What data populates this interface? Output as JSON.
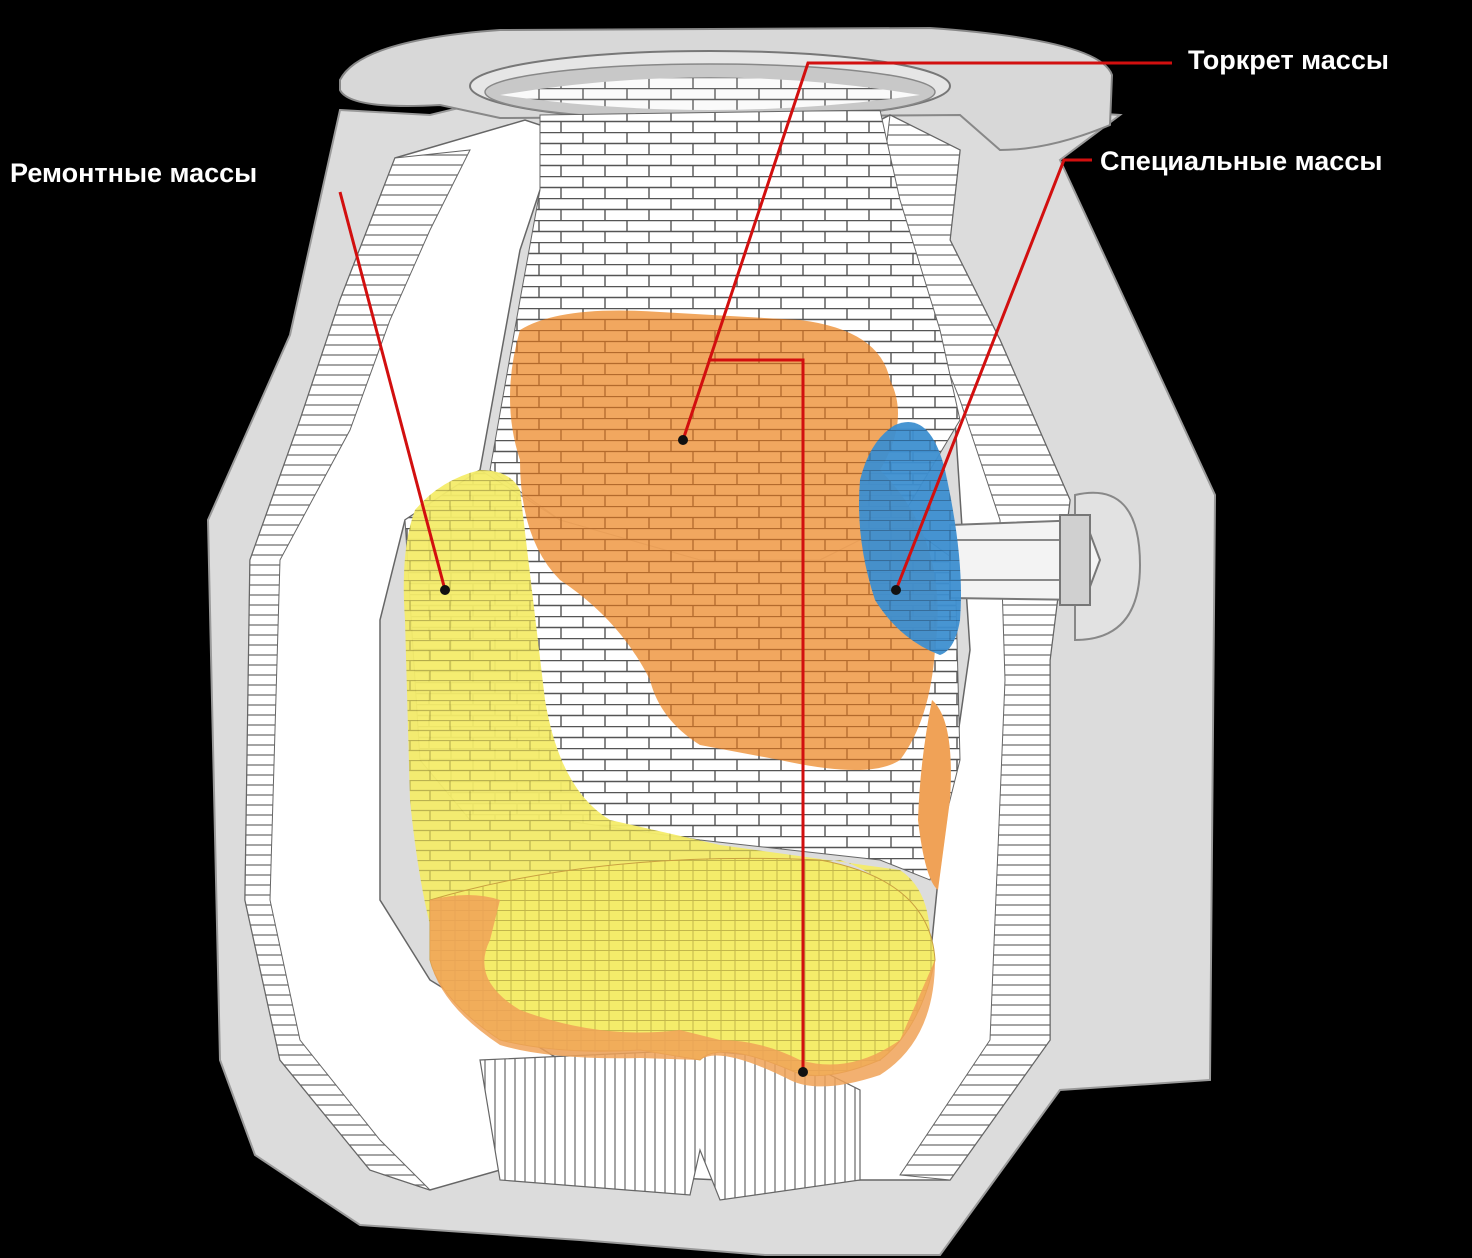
{
  "labels": {
    "repair": "Ремонтные массы",
    "gunning": "Торкрет массы",
    "special": "Специальные массы"
  },
  "colors": {
    "background": "#000000",
    "shell": "#dcdcdc",
    "lining": "#ffffff",
    "brick_line": "#555555",
    "repair_zone": "#f4ec6a",
    "gunning_zone": "#f0a257",
    "special_zone": "#3d8fd0",
    "leader_line": "#d20f0f"
  }
}
